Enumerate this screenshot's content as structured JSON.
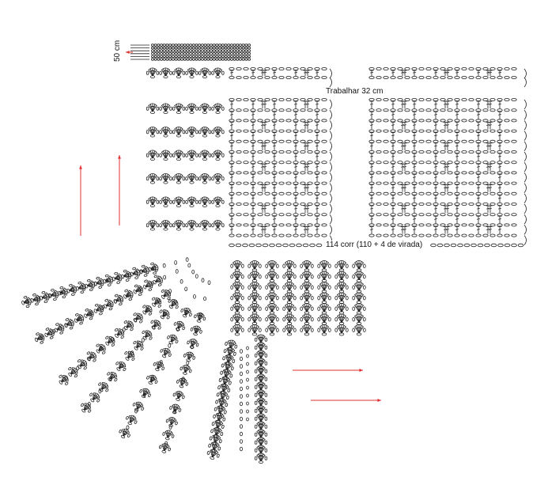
{
  "labels": {
    "work_width": "Trabalhar 32 cm",
    "foundation_chain": "114 corr (110 + 4 de virada)",
    "height_mark": "50 cm"
  },
  "colors": {
    "ink": "#222222",
    "arrow": "#e03030"
  },
  "icons": [
    "shell-stitch-icon",
    "chain-stitch-icon",
    "double-crochet-icon",
    "direction-arrow-icon"
  ]
}
